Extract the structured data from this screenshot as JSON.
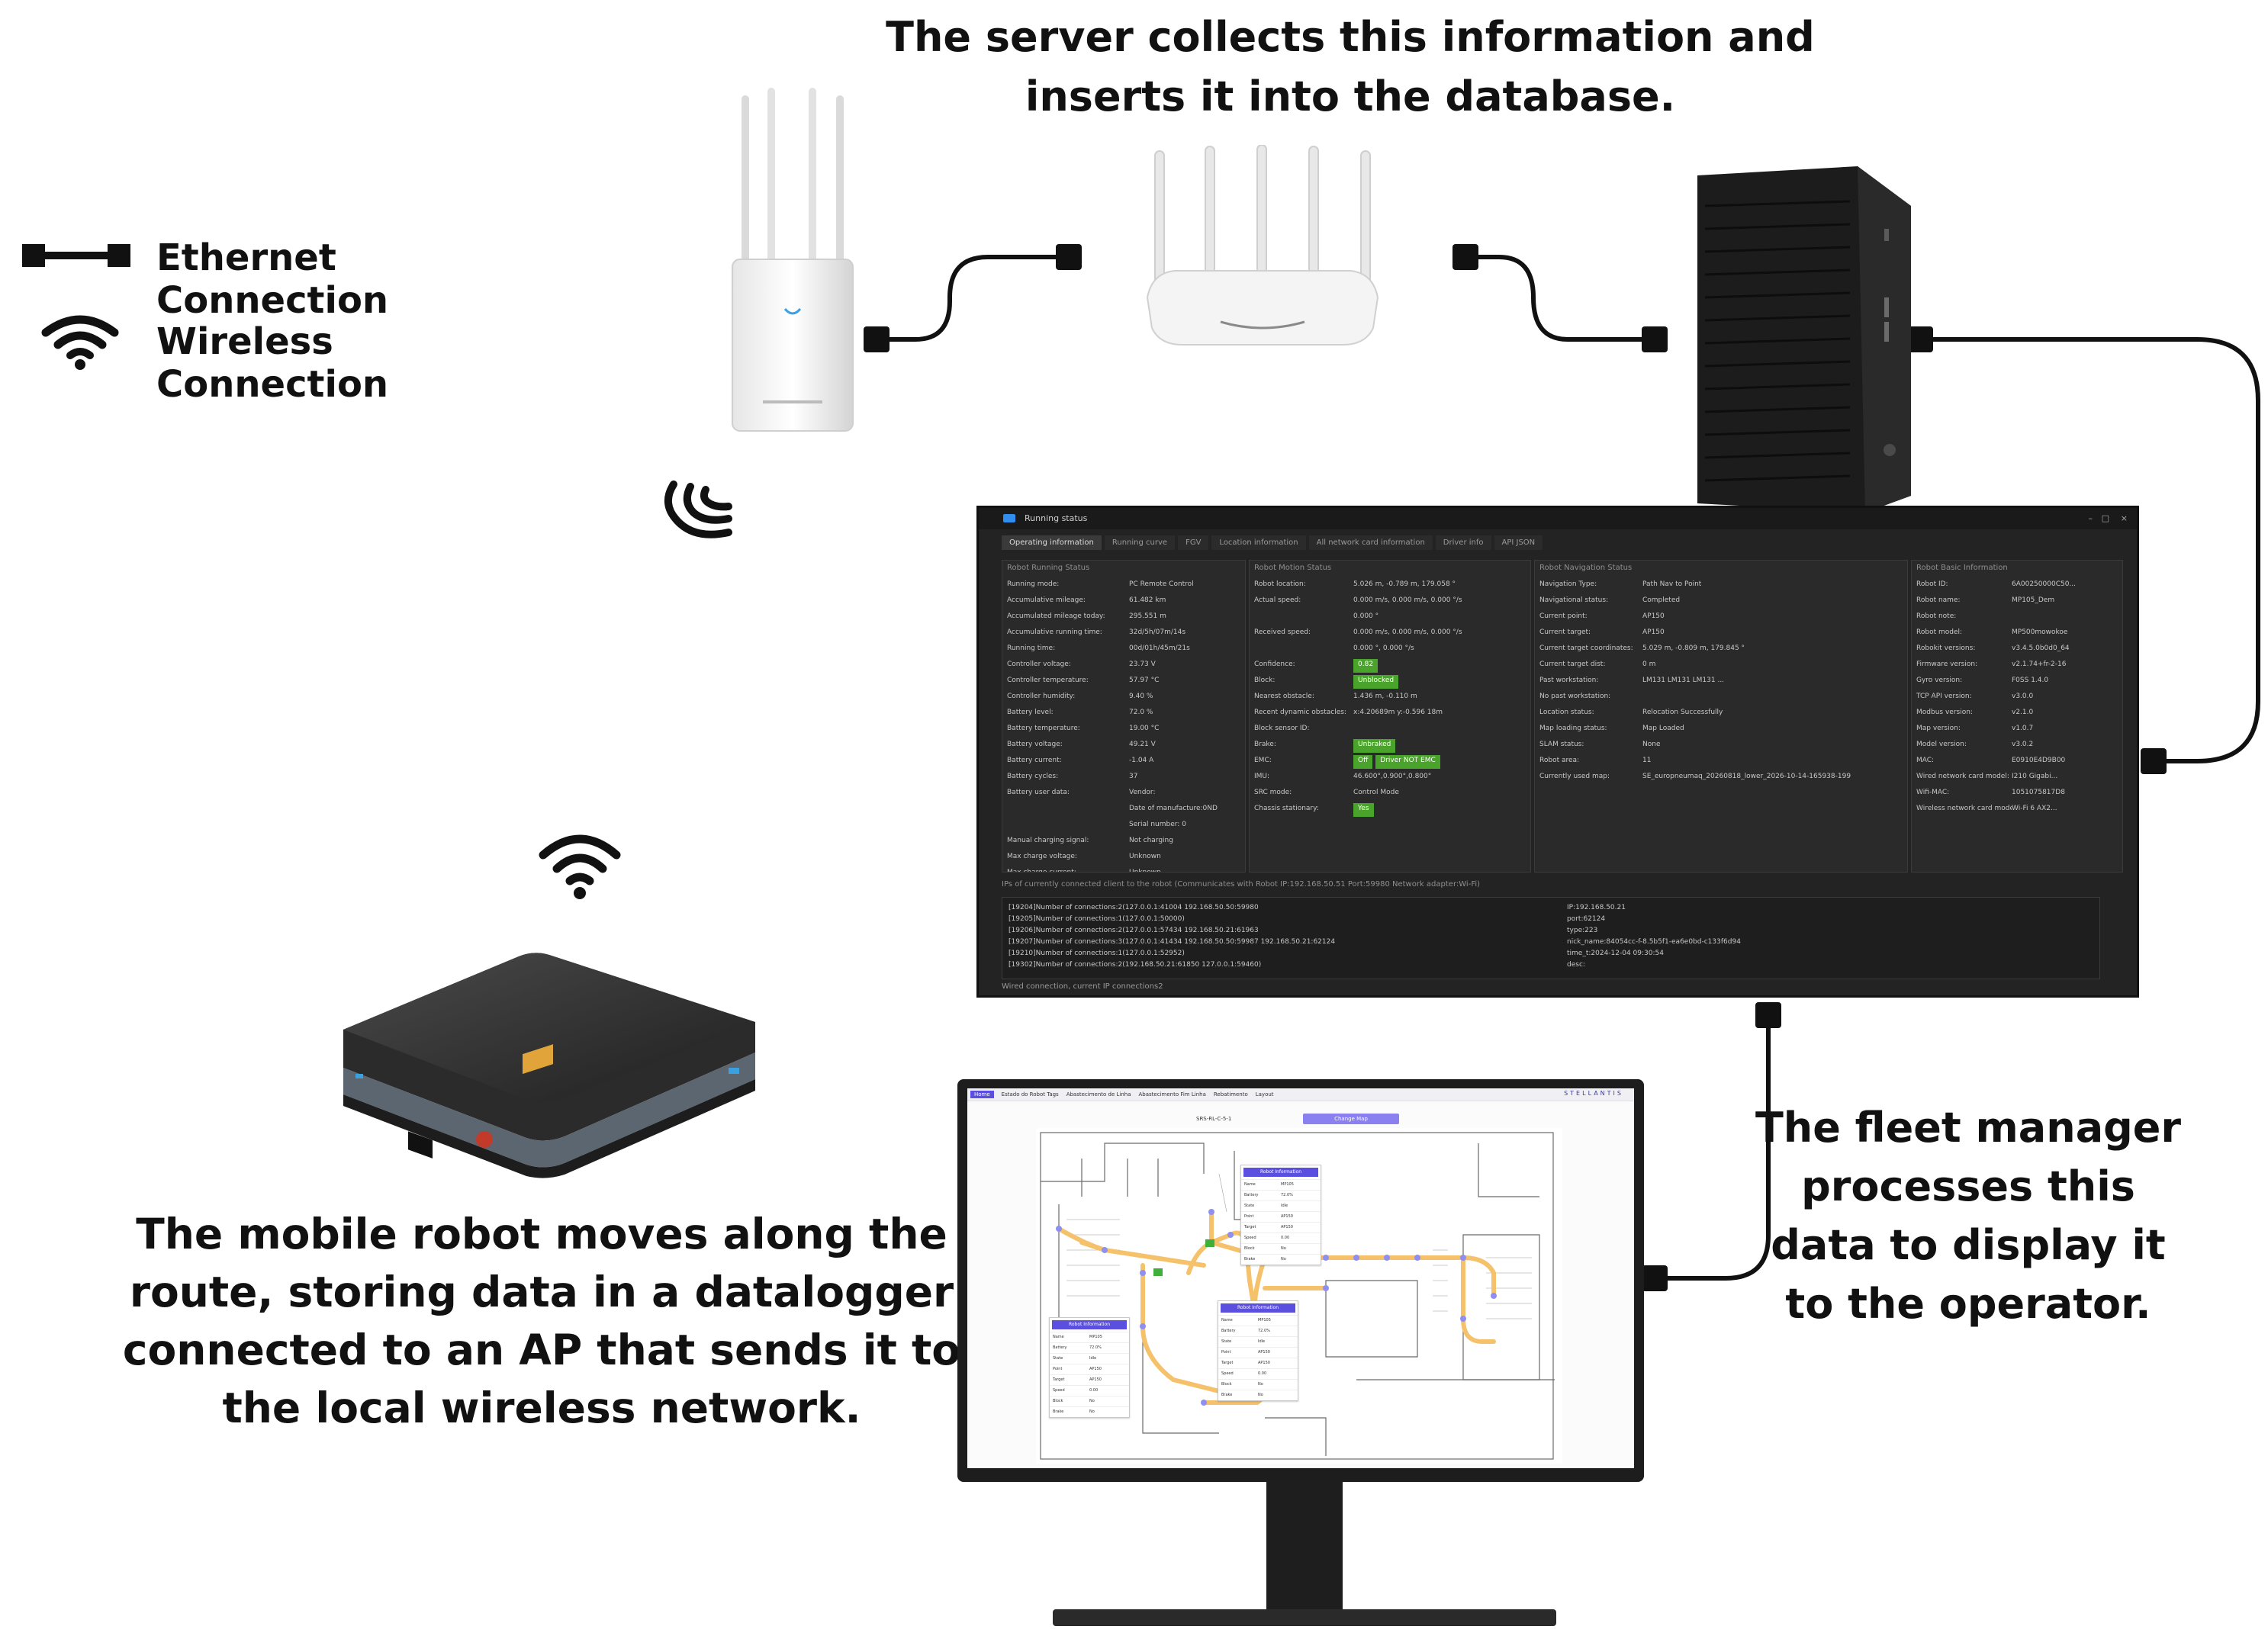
{
  "title_top": "The server collects this information and inserts it into the database.",
  "legend": {
    "ethernet_label": "Ethernet Connection",
    "wireless_label": "Wireless Connection"
  },
  "caption_robot": "The mobile robot moves along the route, storing data in a datalogger connected to an AP that sends it to the local wireless network.",
  "caption_fleet": "The fleet manager processes this data to display it to the operator.",
  "running_status": {
    "title": "Running status",
    "tabs": [
      "Operating information",
      "Running curve",
      "FGV",
      "Location information",
      "All network card information",
      "Driver info",
      "API JSON"
    ],
    "panels": [
      {
        "title": "Robot Running Status",
        "rows": [
          {
            "k": "Running mode:",
            "v": "PC Remote Control"
          },
          {
            "k": "Accumulative mileage:",
            "v": "61.482 km"
          },
          {
            "k": "Accumulated mileage today:",
            "v": "295.551 m"
          },
          {
            "k": "Accumulative running time:",
            "v": "32d/5h/07m/14s"
          },
          {
            "k": "Running time:",
            "v": "00d/01h/45m/21s"
          },
          {
            "k": "Controller voltage:",
            "v": "23.73 V"
          },
          {
            "k": "Controller temperature:",
            "v": "57.97 °C"
          },
          {
            "k": "Controller humidity:",
            "v": "9.40 %"
          },
          {
            "k": "Battery level:",
            "v": "72.0 %"
          },
          {
            "k": "Battery temperature:",
            "v": "19.00 °C"
          },
          {
            "k": "Battery voltage:",
            "v": "49.21 V"
          },
          {
            "k": "Battery current:",
            "v": "-1.04 A"
          },
          {
            "k": "Battery cycles:",
            "v": "37"
          },
          {
            "k": "Battery user data:",
            "v": "Vendor:"
          },
          {
            "k": "",
            "v": "Date of manufacture:0ND"
          },
          {
            "k": "",
            "v": "Serial number: 0"
          },
          {
            "k": "Manual charging signal:",
            "v": "Not charging"
          },
          {
            "k": "Max charge voltage:",
            "v": "Unknown"
          },
          {
            "k": "Max charge current:",
            "v": "Unknown"
          }
        ]
      },
      {
        "title": "Robot Motion Status",
        "rows": [
          {
            "k": "Robot location:",
            "v": "5.026 m, -0.789 m, 179.058 °"
          },
          {
            "k": "Actual speed:",
            "v": "0.000 m/s, 0.000 m/s, 0.000 °/s"
          },
          {
            "k": "",
            "v": "0.000 °"
          },
          {
            "k": "Received speed:",
            "v": "0.000 m/s, 0.000 m/s, 0.000 °/s"
          },
          {
            "k": "",
            "v": "0.000 °, 0.000 °/s"
          },
          {
            "k": "Confidence:",
            "v": "0.82",
            "green": true
          },
          {
            "k": "Block:",
            "v": "Unblocked",
            "green": true
          },
          {
            "k": "Nearest obstacle:",
            "v": "1.436 m, -0.110 m"
          },
          {
            "k": "Recent dynamic obstacles:",
            "v": "x:4.20689m y:-0.596 18m"
          },
          {
            "k": "Block sensor ID:",
            "v": ""
          },
          {
            "k": "Brake:",
            "v": "Unbraked",
            "green": true
          },
          {
            "k": "EMC:",
            "v": "Off",
            "green": true,
            "v2": "Driver NOT EMC"
          },
          {
            "k": "IMU:",
            "v": "46.600°,0.900°,0.800°"
          },
          {
            "k": "SRC mode:",
            "v": "Control Mode"
          },
          {
            "k": "Chassis stationary:",
            "v": "Yes",
            "green": true
          }
        ]
      },
      {
        "title": "Robot Navigation Status",
        "rows": [
          {
            "k": "Navigation Type:",
            "v": "Path Nav to Point"
          },
          {
            "k": "Navigational status:",
            "v": "Completed"
          },
          {
            "k": "Current point:",
            "v": "AP150"
          },
          {
            "k": "Current target:",
            "v": "AP150"
          },
          {
            "k": "Current target coordinates:",
            "v": "5.029 m, -0.809 m, 179.845 °"
          },
          {
            "k": "Current target dist:",
            "v": "0 m"
          },
          {
            "k": "Past workstation:",
            "v": "LM131 LM131 LM131 ..."
          },
          {
            "k": "No past workstation:",
            "v": ""
          },
          {
            "k": "Location status:",
            "v": "Relocation Successfully"
          },
          {
            "k": "Map loading status:",
            "v": "Map Loaded"
          },
          {
            "k": "SLAM status:",
            "v": "None"
          },
          {
            "k": "Robot area:",
            "v": "11"
          },
          {
            "k": "Currently used map:",
            "v": "SE_europneumaq_20260818_lower_2026-10-14-165938-199"
          }
        ]
      },
      {
        "title": "Robot Basic Information",
        "rows": [
          {
            "k": "Robot ID:",
            "v": "6A00250000C50..."
          },
          {
            "k": "Robot name:",
            "v": "MP105_Dem"
          },
          {
            "k": "Robot note:",
            "v": ""
          },
          {
            "k": "Robot model:",
            "v": "MP500mowokoe"
          },
          {
            "k": "Robokit versions:",
            "v": "v3.4.5.0b0d0_64"
          },
          {
            "k": "Firmware version:",
            "v": "v2.1.74+fr-2-16"
          },
          {
            "k": "Gyro version:",
            "v": "F0SS 1.4.0"
          },
          {
            "k": "TCP API version:",
            "v": "v3.0.0"
          },
          {
            "k": "Modbus version:",
            "v": "v2.1.0"
          },
          {
            "k": "Map version:",
            "v": "v1.0.7"
          },
          {
            "k": "Model version:",
            "v": "v3.0.2"
          },
          {
            "k": "MAC:",
            "v": "E0910E4D9B00"
          },
          {
            "k": "Wired network card model:",
            "v": "I210 Gigabi..."
          },
          {
            "k": "Wifi-MAC:",
            "v": "1051075817D8"
          },
          {
            "k": "Wireless network card model:",
            "v": "Wi-Fi 6 AX2..."
          }
        ]
      }
    ],
    "connections_title": "IPs of currently connected client to the robot (Communicates with Robot IP:192.168.50.51 Port:59980 Network adapter:Wi-Fi)",
    "log_left": [
      "[19204]Number of connections:2(127.0.0.1:41004  192.168.50.50:59980",
      "[19205]Number of connections:1(127.0.0.1:50000)",
      "[19206]Number of connections:2(127.0.0.1:57434  192.168.50.21:61963",
      "[19207]Number of connections:3(127.0.0.1:41434  192.168.50.50:59987  192.168.50.21:62124",
      "[19210]Number of connections:1(127.0.0.1:52952)",
      "[19302]Number of connections:2(192.168.50.21:61850  127.0.0.1:59460)"
    ],
    "log_right": [
      "IP:192.168.50.21",
      "port:62124",
      "type:223",
      "nick_name:84054cc-f-8.5b5f1-ea6e0bd-c133f6d94",
      "time_t:2024-12-04 09:30:54",
      "desc:"
    ],
    "footer": "Wired connection, current IP connections2"
  },
  "fleet_manager": {
    "tabs": [
      "Home",
      "Estado do Robot Tags",
      "Abastecimento de Linha",
      "Abastecimento Fim Linha",
      "Rebatimento",
      "Layout"
    ],
    "brand": "STELLANTIS",
    "robot_id": "SRS-RL-C-5-1",
    "change_button": "Change Map",
    "card_top_title": "Robot Information",
    "card_left_title": "Robot Information",
    "card_mid_title": "Robot Information",
    "card_rows": [
      {
        "k": "Name",
        "v": "MP105"
      },
      {
        "k": "Battery",
        "v": "72.0%"
      },
      {
        "k": "State",
        "v": "Idle"
      },
      {
        "k": "Point",
        "v": "AP150"
      },
      {
        "k": "Target",
        "v": "AP150"
      },
      {
        "k": "Speed",
        "v": "0.00"
      },
      {
        "k": "Block",
        "v": "No"
      },
      {
        "k": "Brake",
        "v": "No"
      }
    ]
  },
  "colors": {
    "route": "#f5c26b",
    "node": "#8f8ff0",
    "accent": "#5b4fe0",
    "cable": "#111111"
  }
}
